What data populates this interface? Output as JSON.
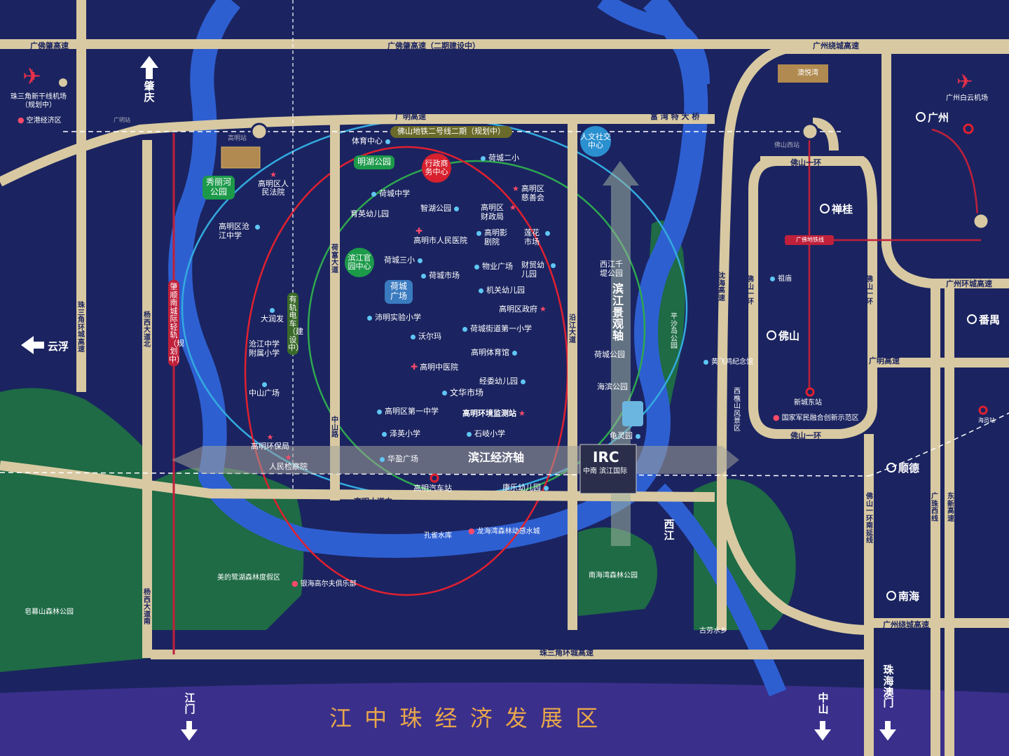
{
  "colors": {
    "background": "#1b2460",
    "road": "#d8c9a2",
    "river": "#2e5fd1",
    "green_area": "#1e6b45",
    "red_ring": "#e02030",
    "green_ring": "#2ea84f",
    "cyan_ring": "#33aadf",
    "metro_line": "#c0203a",
    "poi_dot": "#5fc6f5",
    "poi_star": "#ff4a6a",
    "bottom_text": "#e8a74a"
  },
  "roads": {
    "guangfozhao": "广佛肇高速",
    "guangfozhao_phase2": "广佛肇高速（二期建设中）",
    "guangzhou_raocheng_top": "广州绕城高速",
    "gaoming_gaosu": "广明高速",
    "fuwan_bridge": "富 湾 特 大 桥",
    "foshan_yihuan_top": "佛山一环",
    "foshan_yihuan_bottom": "佛山一环",
    "guangzhou_huancheng": "广州环城高速",
    "guangming_gaosu": "广明高速",
    "gaoming_dadaozhong": "高明大道中",
    "zhusanjiao_huancheng": "珠三角环城高速",
    "guangzhou_raocheng_bottom": "广州绕城高速",
    "zhusanjiao_huancheng_v": "珠三角环城高速",
    "yangxi_dadao_north": "杨西大道北",
    "yangxi_dadao_south": "杨西大道南",
    "hegong_dadao": "荷富大道",
    "zhongshan_road": "中山路",
    "yanjiang_dadao": "沿江大道",
    "shenhai_gaosu": "沈海高速",
    "foshan_yihuan_v_left": "佛山一环",
    "foshan_yihuan_v_right": "佛山一环",
    "foshan_yihuan_south_ext": "佛山一环南延线",
    "guangzhu_xixian": "广珠西线",
    "dongxin_gaosu": "东新高速",
    "zhaoshun_intercity": "肇顺南城际轻轨（规划中）",
    "tram": "有轨电车（建设中）",
    "metro_plan": "佛山地铁二号线二期（规划中）"
  },
  "cities": {
    "guangzhou": "广州",
    "chancheng": "禅桂",
    "foshan": "佛山",
    "panyu": "番禺",
    "shunde": "顺德",
    "nanhai": "南海"
  },
  "directions": {
    "zhaoqing": "肇庆",
    "yunfu": "云浮",
    "jiangmen": "江门",
    "zhongshan": "中山",
    "zhuhai_macau": "珠海澳门"
  },
  "airports": {
    "new_airport": "珠三角新干线机场（规划中）",
    "baiyun": "广州白云机场",
    "airport_zone": "空港经济区"
  },
  "stations": {
    "gaoming_station": "高明站",
    "foshan_west": "佛山西站",
    "xinchengdong": "新城东站",
    "haiyanzhan": "海员站",
    "guangming_station": "广明站",
    "gaoming_bus": "高明汽车站"
  },
  "metro_label": "广佛地铁线",
  "parks": {
    "xiulihe": "秀丽河公园",
    "minghu": "明湖公园",
    "binjiang_center": "滨江官园中心",
    "hecheng_plaza": "荷城广场",
    "xijiang_dike": "西江千堤公园",
    "pingsha_island": "平沙岛公园",
    "xishan_feng": "西樵山风景区",
    "nanhaiwan_forest": "南海湾森林公园",
    "zaomushan_forest": "皂幕山森林公园",
    "meide_forest": "美的鹭湖森林度假区"
  },
  "bubbles": {
    "admin_center": "行政商务中心",
    "culture_center": "人文社交中心"
  },
  "pois": {
    "tiyu": "体育中心",
    "hechengerxiao": "荷城二小",
    "zhongxue": "荷城中学",
    "cishanhui": "高明区慈善会",
    "yuying": "育英幼儿园",
    "zhihu": "智湖公园",
    "caizheng": "高明区财政局",
    "renmin_hospital": "高明市人民医院",
    "yingjuyuan": "高明影剧院",
    "lianhua": "莲花市场",
    "sanxiao": "荷城三小",
    "wuye": "物业广场",
    "caimao": "财贸幼儿园",
    "shichang": "荷城市场",
    "jiguan": "机关幼儿园",
    "zhengfu": "高明区政府",
    "peiming": "沛明实验小学",
    "jiedao": "荷城街道第一小学",
    "woerma": "沃尔玛",
    "tiyuguan": "高明体育馆",
    "zhongyi": "高明中医院",
    "jingwei": "经委幼儿园",
    "wenhua": "文华市场",
    "diyizhong": "高明区第一中学",
    "huanjing": "高明环境监测站",
    "zeying": "泽英小学",
    "shiqi": "石岐小学",
    "huaying": "华盈广场",
    "kangle": "康乐幼儿园",
    "fayuan": "高明区人民法院",
    "cangjiang": "高明区沧江中学",
    "darunfa": "大润发",
    "fushu": "沧江中学附属小学",
    "zhongshan_plaza": "中山广场",
    "huanbao": "高明环保局",
    "jianchayuan": "人民检察院",
    "hechenggongyuan": "荷城公园",
    "haibin": "海滨公园",
    "guiling": "龟灵园",
    "zuomiao": "祖庙",
    "huangfei": "黄飞鸿纪念馆",
    "guojia": "国家军民融合创新示范区",
    "longhai": "龙海湾森林动感水城",
    "kongque": "孔雀水库",
    "yinhai": "银海高尔夫俱乐部",
    "gulao": "古劳水乡"
  },
  "axes": {
    "binjiang_economy": "滨江经济轴",
    "binjiang_landscape": "滨江景观轴",
    "xijiang": "西江"
  },
  "project": {
    "logo": "IRC",
    "name": "中南 滨江国际"
  },
  "bottom_banner": "江 中 珠 经 济 发 展 区",
  "top_right_badge": "澳悦湾"
}
